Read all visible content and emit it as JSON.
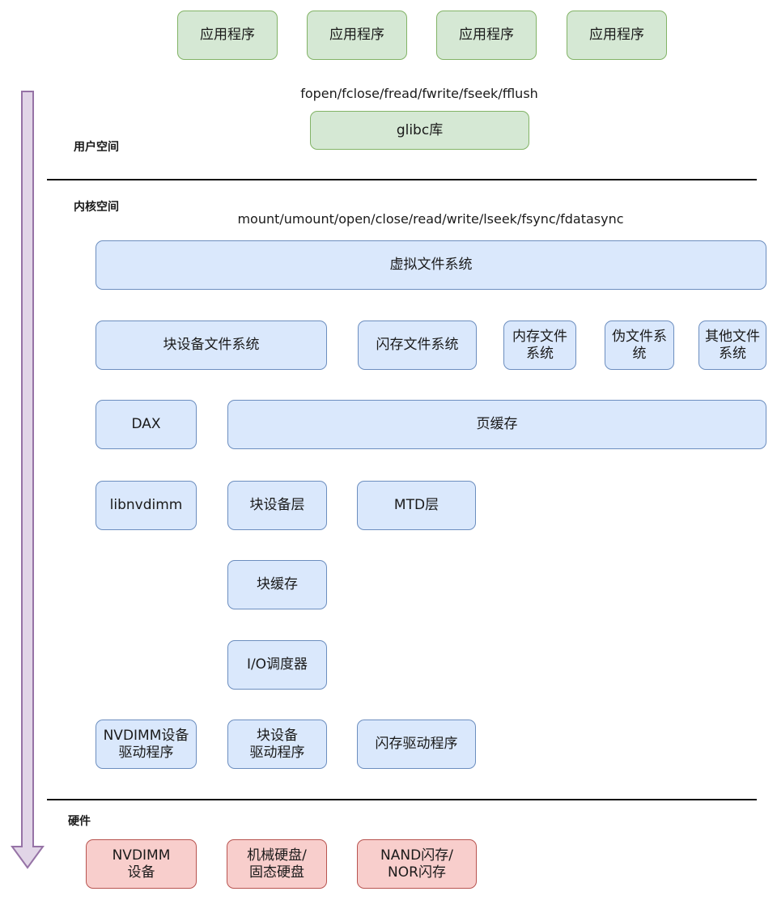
{
  "user_space": {
    "label": "用户空间",
    "apps": [
      "应用程序",
      "应用程序",
      "应用程序",
      "应用程序"
    ],
    "api_calls": "fopen/fclose/fread/fwrite/fseek/fflush",
    "library": "glibc库"
  },
  "kernel_space": {
    "label": "内核空间",
    "syscalls": "mount/umount/open/close/read/write/lseek/fsync/fdatasync",
    "vfs": "虚拟文件系统",
    "filesystems": {
      "block_fs": "块设备文件系统",
      "flash_fs": "闪存文件系统",
      "memory_fs": [
        "内存文件",
        "系统"
      ],
      "pseudo_fs": [
        "伪文件系",
        "统"
      ],
      "other_fs": [
        "其他文件",
        "系统"
      ]
    },
    "dax": "DAX",
    "page_cache": "页缓存",
    "libnvdimm": "libnvdimm",
    "block_layer": "块设备层",
    "mtd_layer": "MTD层",
    "block_cache": "块缓存",
    "io_scheduler": "I/O调度器",
    "drivers": {
      "nvdimm_driver": [
        "NVDIMM设备",
        "驱动程序"
      ],
      "block_driver": [
        "块设备",
        "驱动程序"
      ],
      "flash_driver": "闪存驱动程序"
    }
  },
  "hardware": {
    "label": "硬件",
    "nvdimm_device": [
      "NVDIMM",
      "设备"
    ],
    "disks": [
      "机械硬盘/",
      "固态硬盘"
    ],
    "flash": [
      "NAND闪存/",
      "NOR闪存"
    ]
  },
  "colors": {
    "user_box_fill": "#d5e8d4",
    "kernel_box_fill": "#dae8fc",
    "hardware_box_fill": "#f8cecc",
    "arrow_fill": "#e1d5e7",
    "arrow_stroke": "#9673a6"
  }
}
